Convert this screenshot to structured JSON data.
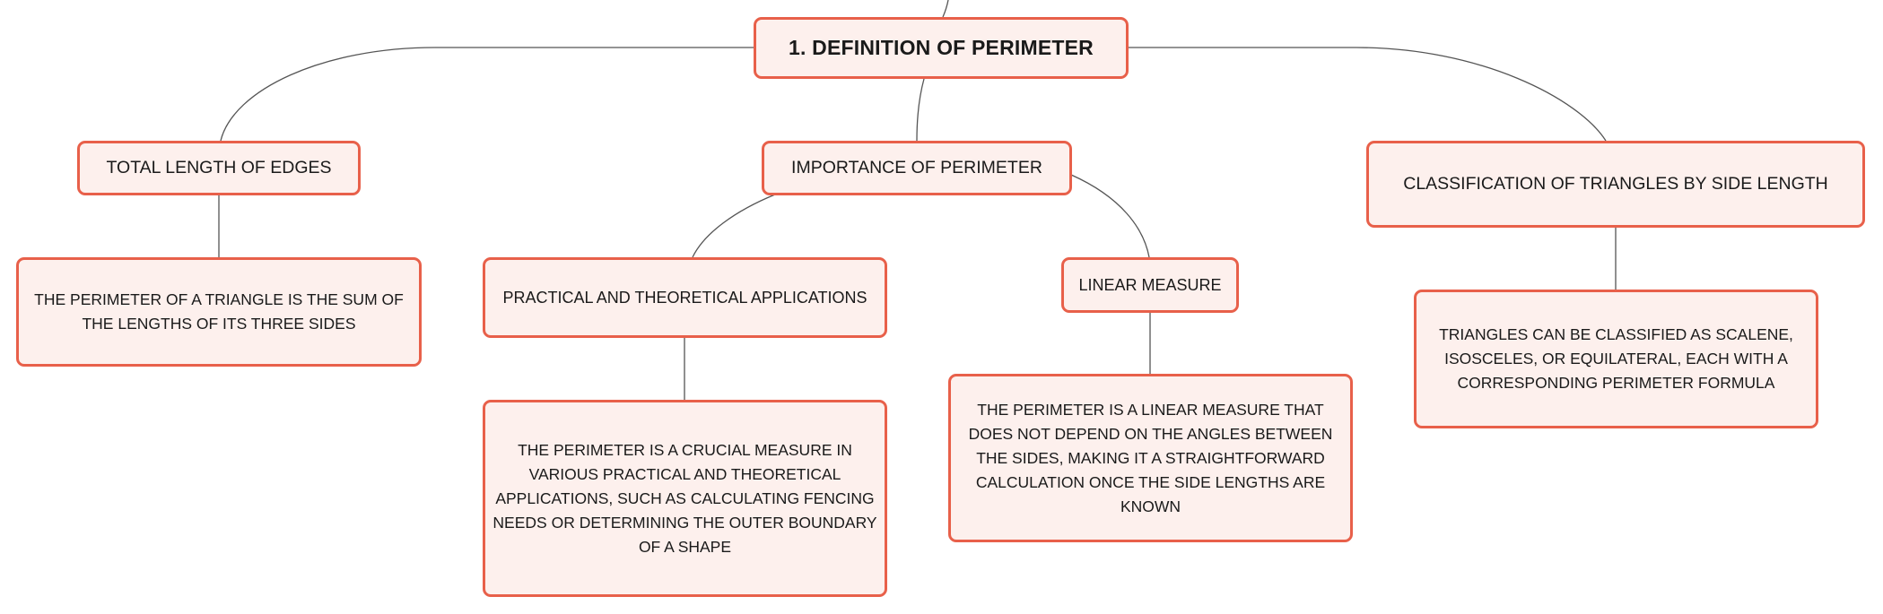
{
  "diagram": {
    "root": {
      "label": "1. DEFINITION OF PERIMETER"
    },
    "nodes": {
      "total_length": {
        "label": "TOTAL LENGTH OF EDGES"
      },
      "total_length_detail": {
        "label": "THE PERIMETER OF A TRIANGLE IS THE SUM OF THE LENGTHS OF ITS THREE SIDES"
      },
      "importance": {
        "label": "IMPORTANCE OF PERIMETER"
      },
      "applications": {
        "label": "PRACTICAL AND THEORETICAL APPLICATIONS"
      },
      "applications_detail": {
        "label": "THE PERIMETER IS A CRUCIAL MEASURE IN VARIOUS PRACTICAL AND THEORETICAL APPLICATIONS, SUCH AS CALCULATING FENCING NEEDS OR DETERMINING THE OUTER BOUNDARY OF A SHAPE"
      },
      "linear_measure": {
        "label": "LINEAR MEASURE"
      },
      "linear_measure_detail": {
        "label": "THE PERIMETER IS A LINEAR MEASURE THAT DOES NOT DEPEND ON THE ANGLES BETWEEN THE SIDES, MAKING IT A STRAIGHTFORWARD CALCULATION ONCE THE SIDE LENGTHS ARE KNOWN"
      },
      "classification": {
        "label": "CLASSIFICATION OF TRIANGLES BY SIDE LENGTH"
      },
      "classification_detail": {
        "label": "TRIANGLES CAN BE CLASSIFIED AS SCALENE, ISOSCELES, OR EQUILATERAL, EACH WITH A CORRESPONDING PERIMETER FORMULA"
      }
    },
    "colors": {
      "node_fill": "#fdf0ed",
      "node_border": "#e8604a",
      "connector": "#555555",
      "text": "#1a1a1a"
    }
  }
}
